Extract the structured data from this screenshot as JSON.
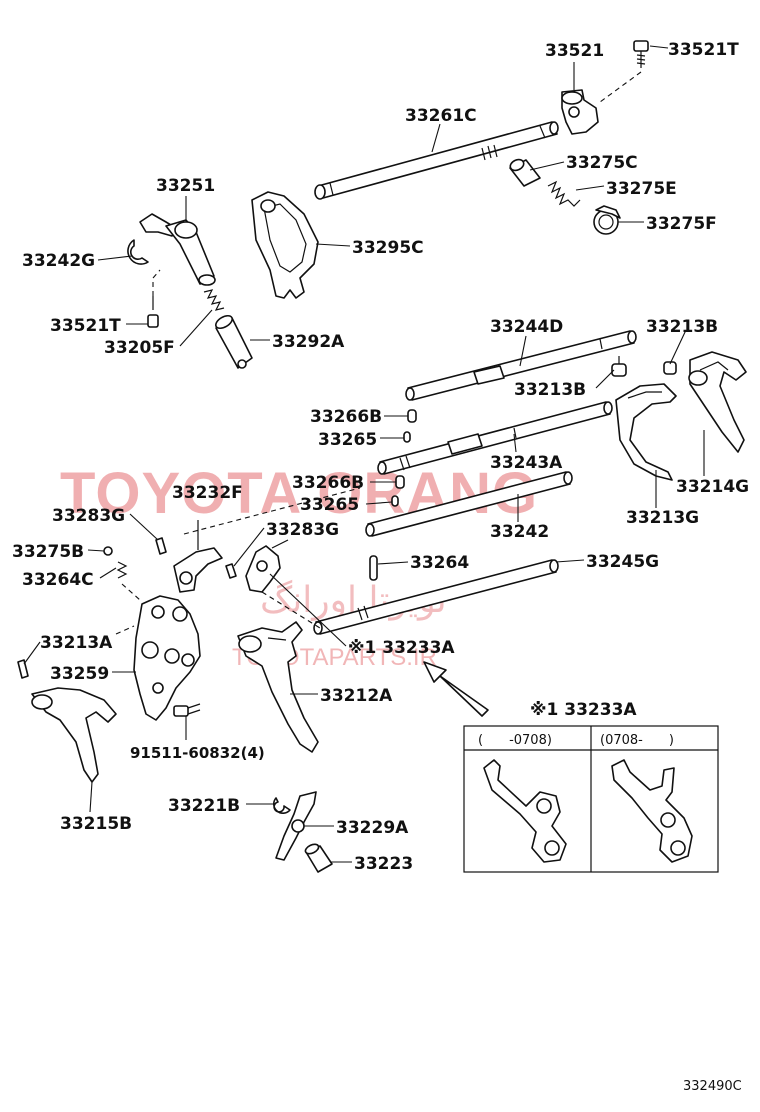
{
  "figure_code": "332490C",
  "watermark": {
    "brand": "TOYOTA ORANG",
    "site": "TOYOTAPARTS.IR",
    "farsi": "تویوتا اورانگ"
  },
  "labels": {
    "p33521": "33521",
    "p33521T_top": "33521T",
    "p33261C": "33261C",
    "p33275C": "33275C",
    "p33275E": "33275E",
    "p33275F": "33275F",
    "p33251": "33251",
    "p33242G": "33242G",
    "p33295C": "33295C",
    "p33521T_left": "33521T",
    "p33205F": "33205F",
    "p33292A": "33292A",
    "p33244D": "33244D",
    "p33213B_top": "33213B",
    "p33213B_mid": "33213B",
    "p33266B_a": "33266B",
    "p33265_a": "33265",
    "p33243A": "33243A",
    "p33214G": "33214G",
    "p33213G": "33213G",
    "p33232F": "33232F",
    "p33266B_b": "33266B",
    "p33265_b": "33265",
    "p33283G_left": "33283G",
    "p33283G_right": "33283G",
    "p33242": "33242",
    "p33275B": "33275B",
    "p33264C": "33264C",
    "p33264": "33264",
    "p33245G": "33245G",
    "p33233A": "※1 33233A",
    "p33213A": "33213A",
    "p33259": "33259",
    "p33212A": "33212A",
    "p91511": "91511-60832(4)",
    "p33215B": "33215B",
    "p33221B": "33221B",
    "p33229A": "33229A",
    "p33223": "33223"
  },
  "inset": {
    "title": "※1 33233A",
    "col_left": "(　　-0708)",
    "col_right": "(0708-　　)"
  }
}
